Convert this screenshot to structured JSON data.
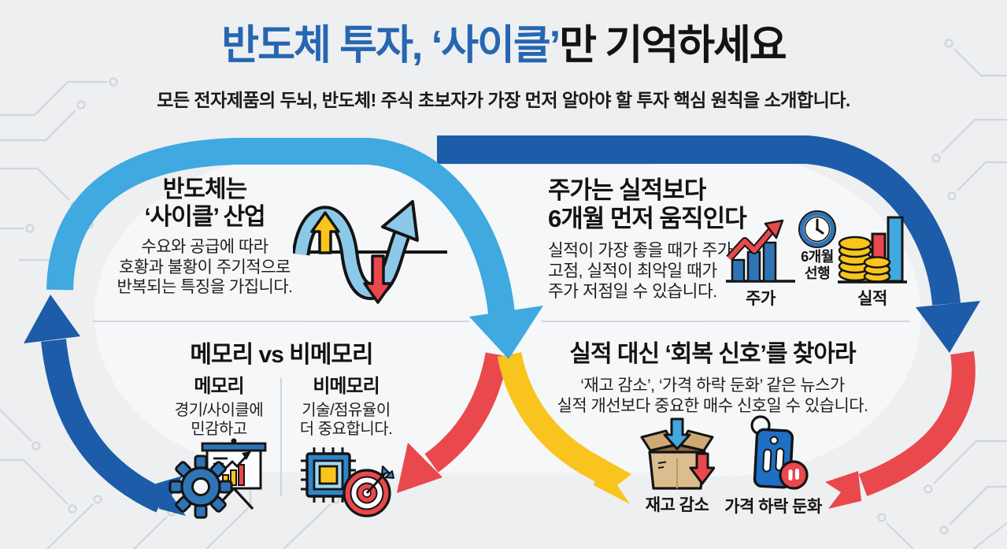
{
  "header": {
    "title_accent": "반도체 투자, ‘사이클’",
    "title_rest": "만 기억하세요",
    "subtitle": "모든 전자제품의 두뇌, 반도체! 주식 초보자가 가장 먼저 알아야 할 투자 핵심 원칙을 소개합니다."
  },
  "cycle": {
    "title": [
      "반도체는",
      "‘사이클’ 산업"
    ],
    "body": [
      "수요와 공급에 따라",
      "호황과 불황이 주기적으로",
      "반복되는 특징을 가집니다."
    ]
  },
  "lead": {
    "title": [
      "주가는 실적보다",
      "6개월 먼저 움직인다"
    ],
    "body": [
      "실적이 가장 좋을 때가 주가",
      "고점, 실적이 최악일 때가",
      "주가 저점일 수 있습니다."
    ],
    "labels": {
      "price": "주가",
      "clock": [
        "6개월",
        "선행"
      ],
      "earnings": "실적"
    }
  },
  "memory": {
    "title": "메모리 vs 비메모리",
    "left": {
      "name": "메모리",
      "body": [
        "경기/사이클에",
        "민감하고"
      ]
    },
    "right": {
      "name": "비메모리",
      "body": [
        "기술/점유율이",
        "더 중요합니다."
      ]
    }
  },
  "signal": {
    "title": "실적 대신 ‘회복 신호’를 찾아라",
    "body": [
      "‘재고 감소’, ‘가격 하락 둔화’ 같은 뉴스가",
      "실적 개선보다 중요한 매수 신호일 수 있습니다."
    ],
    "labels": {
      "box": "재고 감소",
      "tag": "가격 하락 둔화"
    }
  },
  "colors": {
    "background": "#edeff1",
    "title_accent_blue": "#2766b1",
    "arc_light_blue": "#3fa9e0",
    "arc_dark_blue": "#1c5ca8",
    "arc_red": "#e9484c",
    "arc_yellow": "#f9c41d",
    "icon_blue": "#2f74b5",
    "coin_yellow": "#f9c51c",
    "box_tan": "#dcbd8d",
    "tag_blue": "#1f6fc4",
    "circuit_trace_gray": "#d2d5d9"
  },
  "icons": [
    "sine-wave-cycle-icon",
    "stock-chart-up-icon",
    "clock-icon",
    "coins-earnings-icon",
    "presentation-chart-icon",
    "gear-icon",
    "chip-icon",
    "target-icon",
    "open-box-icon",
    "price-tag-pause-icon"
  ]
}
